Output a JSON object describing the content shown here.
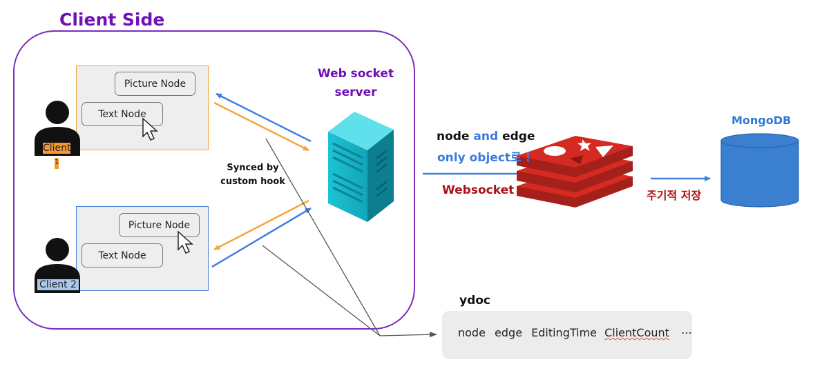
{
  "client_side": {
    "title": "Client Side"
  },
  "client1": {
    "picture_node": "Picture Node",
    "text_node": "Text Node",
    "label": "Client",
    "label_suffix": "1"
  },
  "client2": {
    "picture_node": "Picture Node",
    "text_node": "Text Node",
    "label": "Client 2"
  },
  "server": {
    "title_line1": "Web socket",
    "title_line2": "server",
    "server_icon": "server-rack-icon"
  },
  "sync_label": {
    "line1": "Synced by",
    "line2": "custom hook"
  },
  "redis": {
    "note_node": "node",
    "note_and": "and",
    "note_edge": "edge",
    "note_line2": "only object로 !",
    "websocket_label": "Websocket",
    "redis_icon": "redis-logo-icon"
  },
  "mongodb": {
    "label": "MongoDB",
    "save_label": "주기적 저장",
    "db_icon": "database-cylinder-icon"
  },
  "ydoc": {
    "title": "ydoc",
    "items": [
      "node",
      "edge",
      "EditingTime",
      "ClientCount",
      "⋯"
    ]
  },
  "colors": {
    "purple": "#7b2bbd",
    "orange_arrow": "#f5a53a",
    "blue_arrow": "#3f7fe0",
    "redis_red": "#d42a21",
    "mongo_blue": "#3a7fd0",
    "server_teal": "#1ab6c8"
  }
}
